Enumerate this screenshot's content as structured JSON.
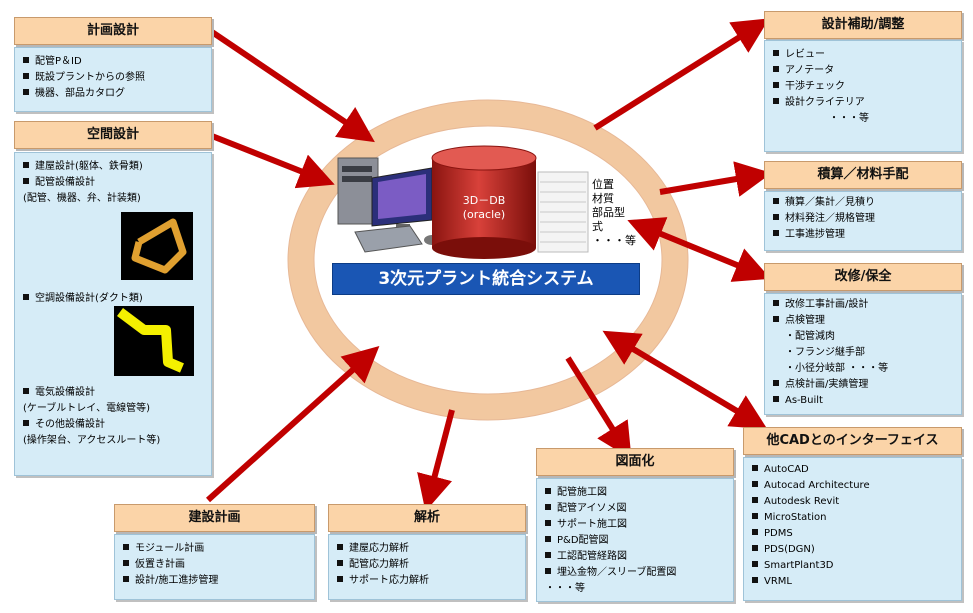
{
  "center": {
    "title": "3次元プラント統合システム",
    "db_line1": "3D－DB",
    "db_line2": "(oracle)",
    "attributes": [
      "位置",
      "材質",
      "部品型",
      "式",
      "・・・等"
    ]
  },
  "panels": {
    "plan": {
      "title": "計画設計",
      "items": [
        "配管P＆ID",
        "既設プラントからの参照",
        "機器、部品カタログ"
      ]
    },
    "space": {
      "title": "空間設計",
      "lines": [
        "建屋設計(躯体、鉄骨類)",
        "配管設備設計",
        "(配管、機器、弁、計装類)",
        "空調設備設計(ダクト類)",
        "電気設備設計",
        "(ケーブルトレイ、電線管等)",
        "その他設備設計",
        "(操作架台、アクセスルート等)"
      ]
    },
    "construction": {
      "title": "建設計画",
      "items": [
        "モジュール計画",
        "仮置き計画",
        "設計/施工進捗管理"
      ]
    },
    "analysis": {
      "title": "解析",
      "items": [
        "建屋応力解析",
        "配管応力解析",
        "サポート応力解析"
      ]
    },
    "drawing": {
      "title": "図面化",
      "items": [
        "配管施工図",
        "配管アイソメ図",
        "サポート施工図",
        "P&D配管図",
        "工認配管経路図",
        "埋込金物／スリーブ配置図"
      ],
      "more": "・・・等"
    },
    "design_aid": {
      "title": "設計補助/調整",
      "items": [
        "レビュー",
        "アノテータ",
        "干渉チェック",
        "設計クライテリア"
      ],
      "more": "・・・等"
    },
    "estimate": {
      "title": "積算／材料手配",
      "items": [
        "積算／集計／見積り",
        "材料発注／規格管理",
        "工事進捗管理"
      ]
    },
    "maintenance": {
      "title": "改修/保全",
      "lines": [
        "改修工事計画/設計",
        "点検管理",
        "・配管減肉",
        "・フランジ継手部",
        "・小径分岐部 ・・・等",
        "点検計画/実績管理",
        "As-Built"
      ]
    },
    "cad": {
      "title": "他CADとのインターフェイス",
      "items": [
        "AutoCAD",
        "Autocad Architecture",
        "Autodesk Revit",
        "MicroStation",
        "PDMS",
        "PDS(DGN)",
        "SmartPlant3D",
        "VRML"
      ]
    }
  },
  "colors": {
    "header_fill": "#fbd4a8",
    "body_fill": "#d6ecf7",
    "arrow": "#c00000",
    "ring": "#f2c8a0",
    "title_bar": "#1a56b4"
  }
}
